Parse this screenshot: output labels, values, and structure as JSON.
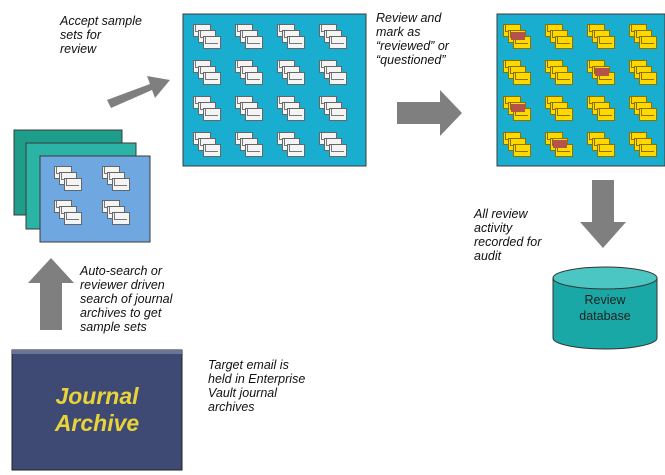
{
  "notes": {
    "accept": [
      "Accept sample",
      "sets for",
      "review"
    ],
    "review": [
      "Review and",
      "mark as",
      "“reviewed” or",
      "“questioned”"
    ],
    "audit": [
      "All review",
      "activity",
      "recorded for",
      "audit"
    ],
    "search": [
      "Auto-search or",
      "reviewer driven",
      "search of journal",
      "archives to get",
      "sample sets"
    ],
    "target": [
      "Target email is",
      "held in Enterprise",
      "Vault journal",
      "archives"
    ]
  },
  "archive": {
    "line1": "Journal",
    "line2": "Archive"
  },
  "database": {
    "line1": "Review",
    "line2": "database"
  },
  "colors": {
    "panel_blue": "#19aed0",
    "panel_teal": "#2bb3a6",
    "panel_green": "#1e9e8a",
    "panel_lightblue": "#6fa8e0",
    "archive_bg": "#3e4a73",
    "archive_text": "#e9d33a",
    "database": "#19a8a5",
    "arrow": "#7f7f7f",
    "envelope_yellow": "#ffd800",
    "mark_red": "#b4534a"
  }
}
